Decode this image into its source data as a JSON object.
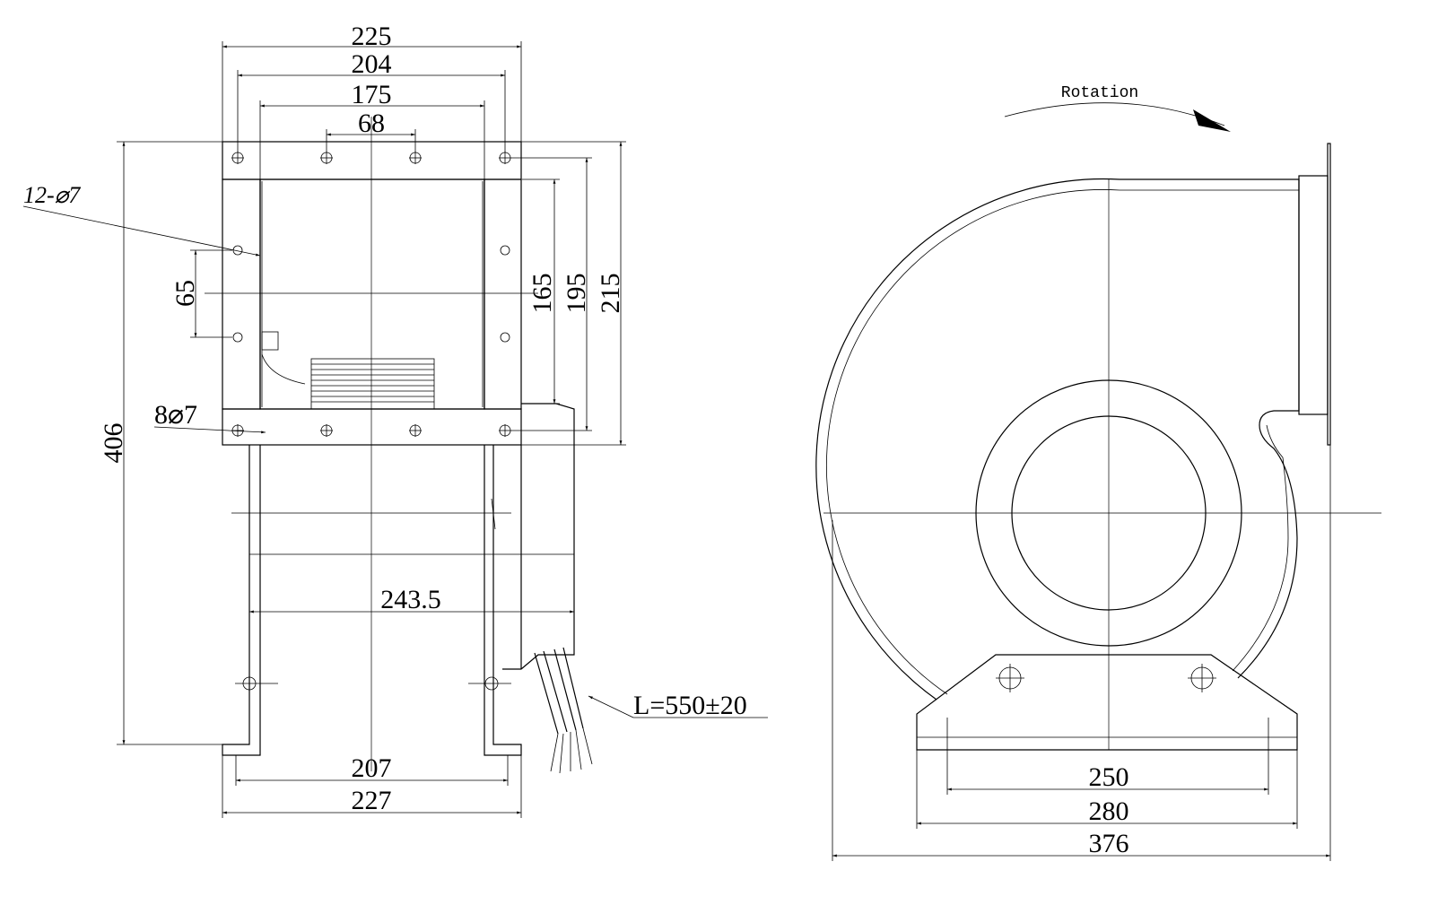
{
  "front_view": {
    "dims": {
      "width_225": "225",
      "width_204": "204",
      "width_175": "175",
      "width_68": "68",
      "hole_note_12": "12-⌀7",
      "vert_65": "65",
      "vert_165": "165",
      "vert_195": "195",
      "vert_215": "215",
      "hole_note_8": "8⌀7",
      "height_406": "406",
      "width_243_5": "243.5",
      "cable_length": "L=550±20",
      "width_207": "207",
      "width_227": "227"
    }
  },
  "side_view": {
    "rotation_label": "Rotation",
    "dims": {
      "width_250": "250",
      "width_280": "280",
      "width_376": "376"
    }
  }
}
